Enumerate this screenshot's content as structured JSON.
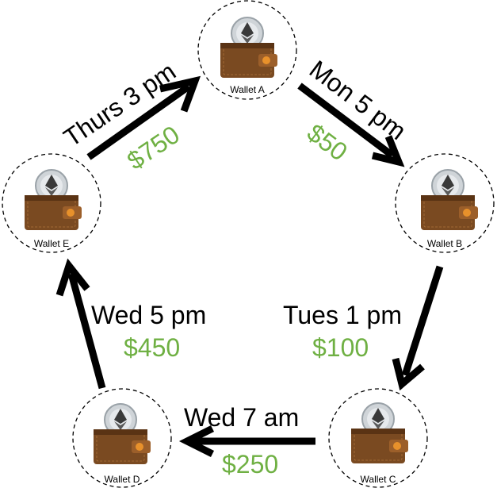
{
  "colors": {
    "amount": "#6fb043",
    "arrow": "#000000",
    "wallet_body": "#7a4a21",
    "wallet_dark": "#5a3314",
    "clasp": "#e8912b",
    "coin": "#cfd4d8"
  },
  "wallets": [
    {
      "id": "A",
      "label": "Wallet A",
      "icon": "wallet-with-ethereum-coin-icon"
    },
    {
      "id": "B",
      "label": "Wallet B",
      "icon": "wallet-with-ethereum-coin-icon"
    },
    {
      "id": "C",
      "label": "Wallet C",
      "icon": "wallet-with-ethereum-coin-icon"
    },
    {
      "id": "D",
      "label": "Wallet D",
      "icon": "wallet-with-ethereum-coin-icon"
    },
    {
      "id": "E",
      "label": "Wallet E",
      "icon": "wallet-with-ethereum-coin-icon"
    }
  ],
  "transfers": [
    {
      "from": "A",
      "to": "B",
      "time": "Mon 5 pm",
      "amount": "$50"
    },
    {
      "from": "B",
      "to": "C",
      "time": "Tues 1 pm",
      "amount": "$100"
    },
    {
      "from": "C",
      "to": "D",
      "time": "Wed 7 am",
      "amount": "$250"
    },
    {
      "from": "D",
      "to": "E",
      "time": "Wed 5 pm",
      "amount": "$450"
    },
    {
      "from": "E",
      "to": "A",
      "time": "Thurs 3 pm",
      "amount": "$750"
    }
  ]
}
